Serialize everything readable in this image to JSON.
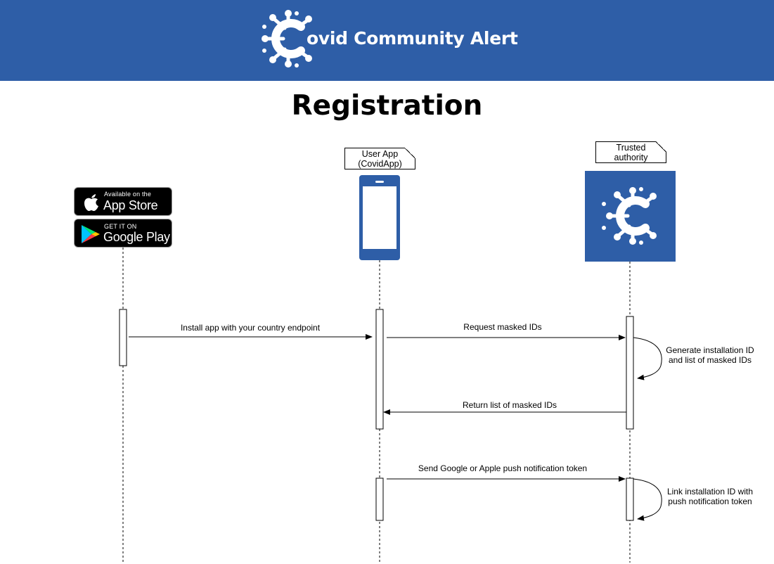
{
  "header": {
    "brand_suffix": "ovid Community Alert",
    "background": "#2e5ea7"
  },
  "page_title": "Registration",
  "participants": {
    "store": {
      "app_store": {
        "small": "Available on the",
        "big": "App Store"
      },
      "google_play": {
        "small": "GET IT ON",
        "big": "Google Play"
      }
    },
    "user_app": {
      "note": [
        "User App",
        "(CovidApp)"
      ]
    },
    "trusted_authority": {
      "note": [
        "Trusted",
        "authority"
      ]
    }
  },
  "messages": {
    "install": "Install app with your country endpoint",
    "request_masked": "Request masked IDs",
    "generate": [
      "Generate installation ID",
      "and list of masked IDs"
    ],
    "return_list": "Return list of masked IDs",
    "send_token": "Send Google or Apple push notification token",
    "link": [
      "Link installation ID with",
      "push notification token"
    ]
  },
  "colors": {
    "brand_blue": "#2e5ea7",
    "line": "#000000"
  }
}
